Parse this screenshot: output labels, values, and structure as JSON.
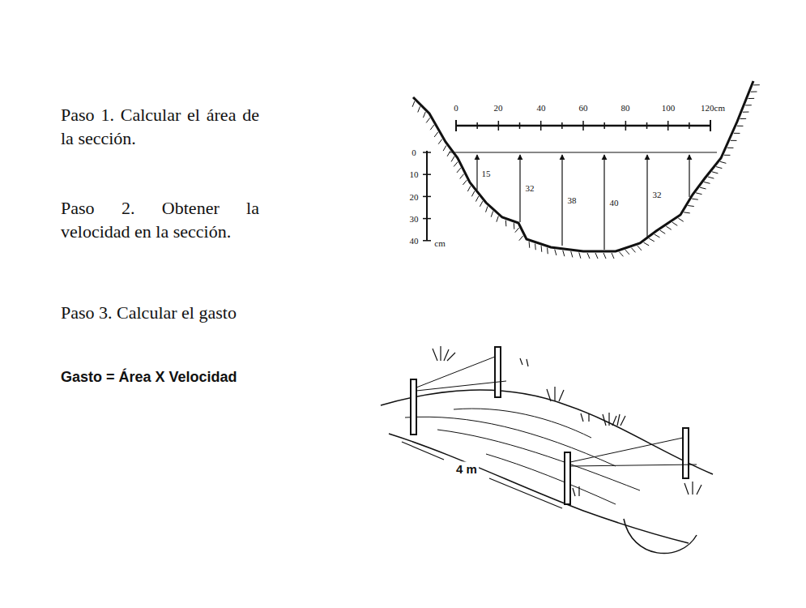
{
  "diagram": {
    "labels": [
      "Paso 1. Calcular el área de la sección.",
      "Paso 2. Obtener la velocidad en la sección.",
      "Paso 3. Calcular el gasto",
      "Gasto = Área X Velocidad",
      "0",
      "20",
      "40",
      "60",
      "80",
      "100",
      "120cm",
      "0",
      "10",
      "20",
      "30",
      "40",
      "cm",
      "15",
      "32",
      "38",
      "40",
      "32",
      "4 m"
    ]
  }
}
